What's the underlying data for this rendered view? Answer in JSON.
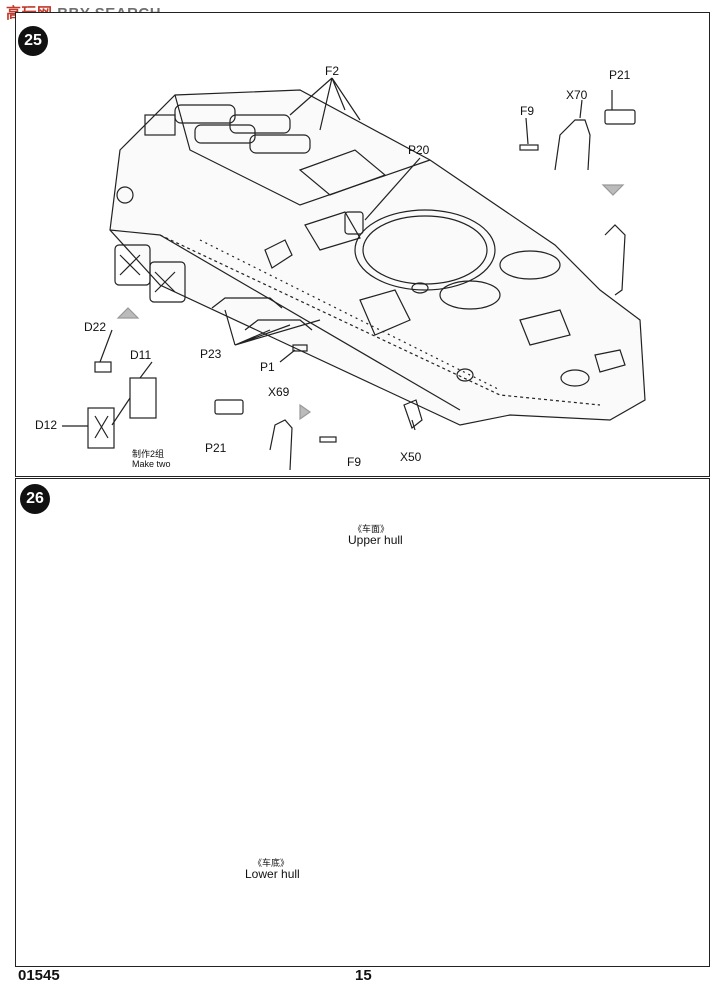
{
  "watermark": {
    "prefix": "高玩网",
    "brand": "BBY SEARCH"
  },
  "steps": {
    "step1": "25",
    "step2": "26"
  },
  "labels": {
    "f2": "F2",
    "p21_top": "P21",
    "x70": "X70",
    "f9_top": "F9",
    "p20": "P20",
    "d22": "D22",
    "d11": "D11",
    "d12": "D12",
    "make_two_cn": "制作2组",
    "make_two_en": "Make two",
    "p23": "P23",
    "p1": "P1",
    "x69": "X69",
    "p21_bottom": "P21",
    "f9_bottom": "F9",
    "x50": "X50",
    "upper_hull_cn": "《车面》",
    "upper_hull_en": "Upper hull",
    "lower_hull_cn": "《车底》",
    "lower_hull_en": "Lower hull"
  },
  "footer": {
    "code": "01545",
    "page": "15"
  }
}
